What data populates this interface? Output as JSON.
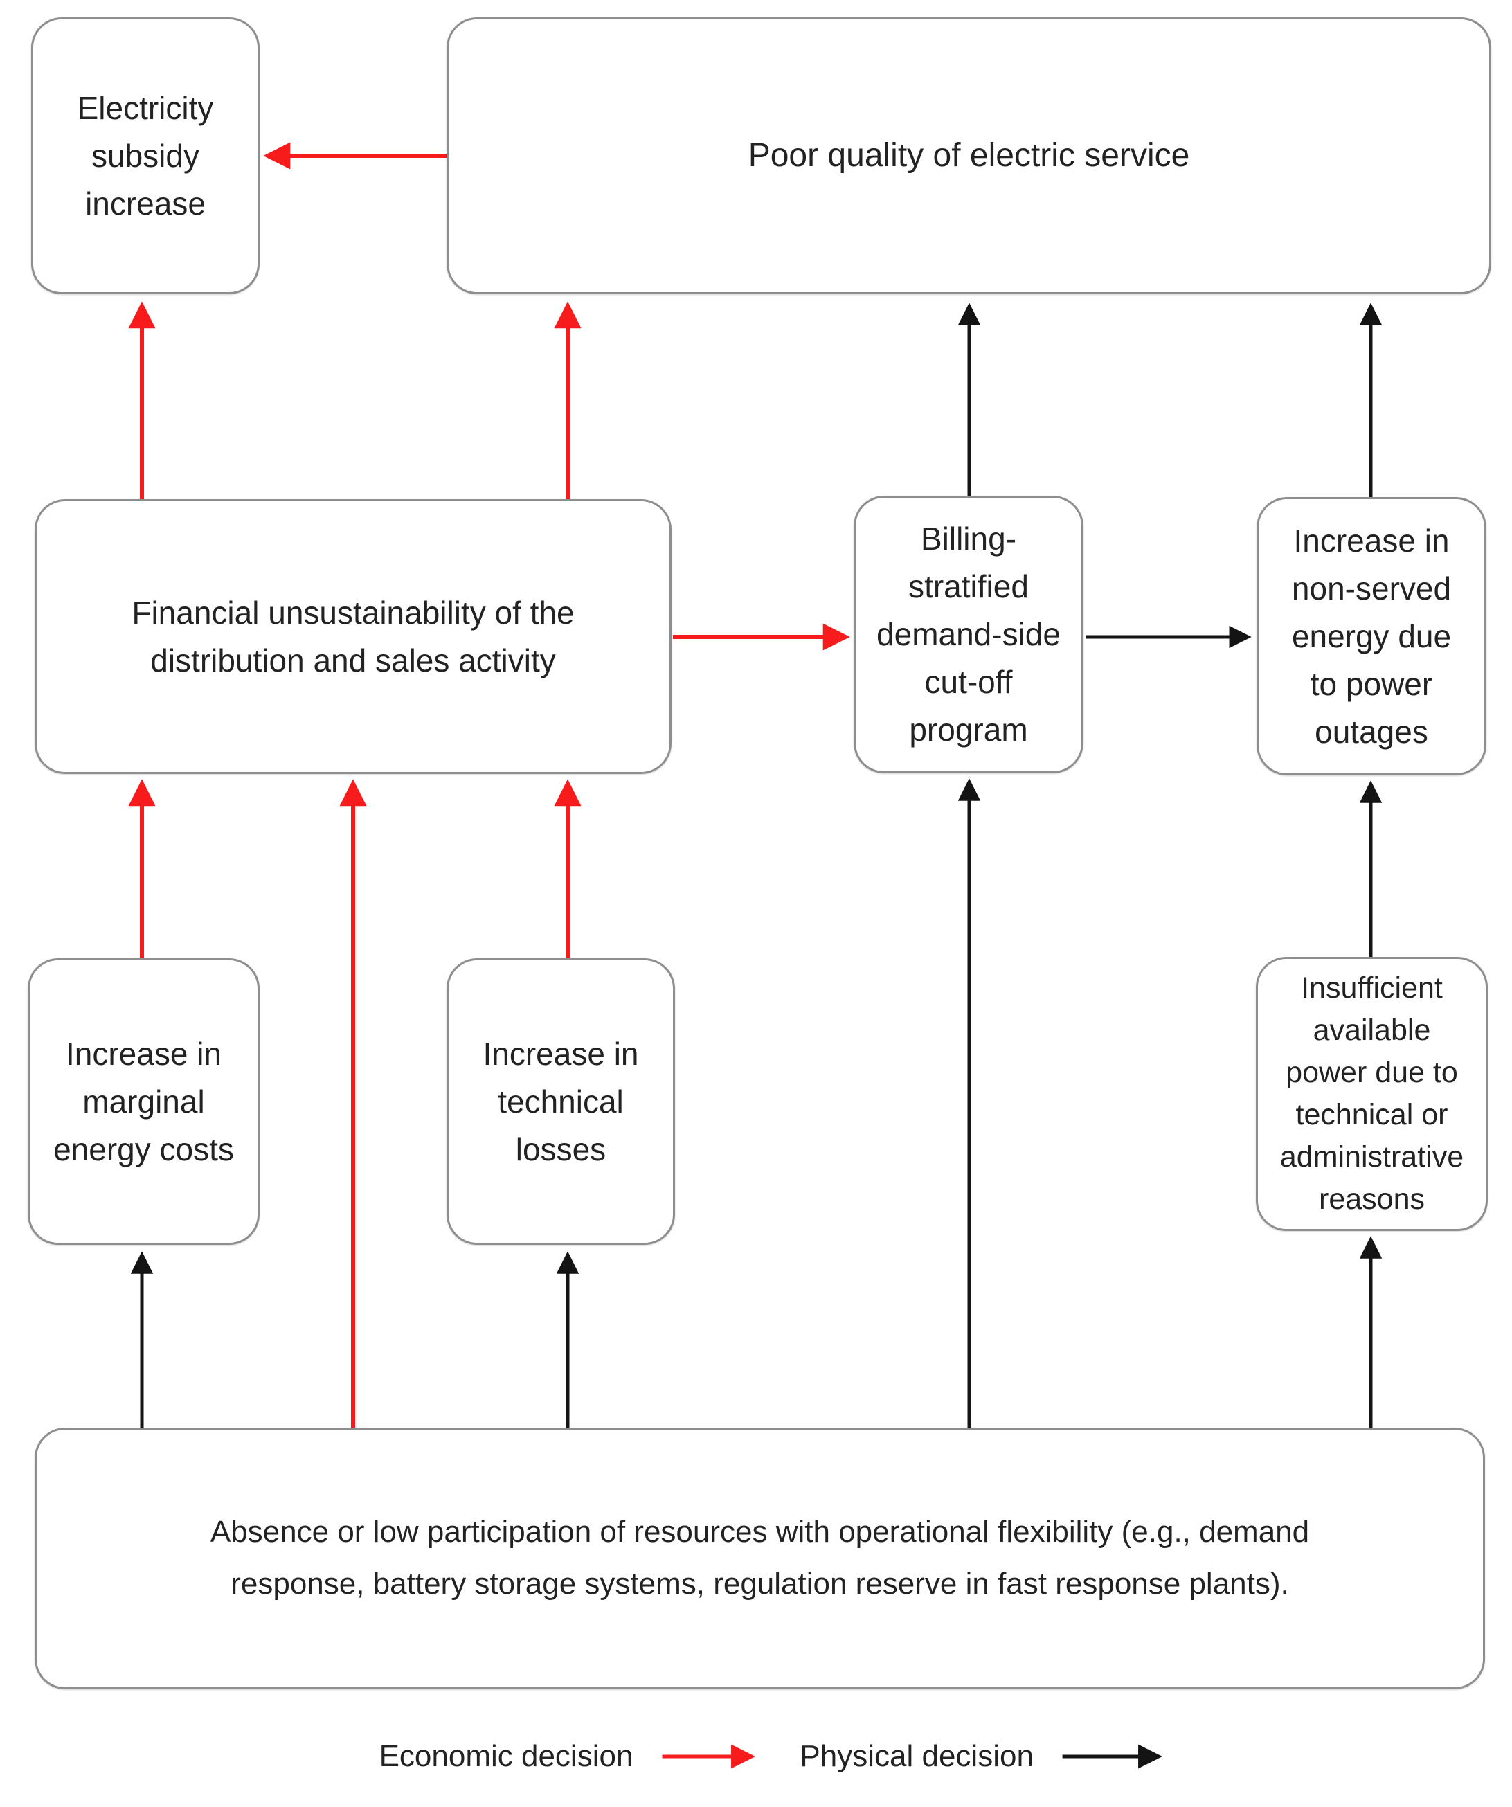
{
  "diagram": {
    "nodes": {
      "electricity_subsidy": {
        "label": "Electricity\nsubsidy\nincrease"
      },
      "poor_quality": {
        "label": "Poor quality of electric service"
      },
      "financial": {
        "label": "Financial unsustainability of the\ndistribution and sales activity"
      },
      "billing": {
        "label": "Billing-\nstratified\ndemand-side\ncut-off\nprogram"
      },
      "non_served": {
        "label": "Increase in\nnon-served\nenergy due\nto power\noutages"
      },
      "marginal_costs": {
        "label": "Increase in\nmarginal\nenergy costs"
      },
      "technical_losses": {
        "label": "Increase in\ntechnical\nlosses"
      },
      "insufficient_power": {
        "label": "Insufficient\navailable\npower due to\ntechnical or\nadministrative\nreasons"
      },
      "low_flexibility": {
        "label": "Absence or low participation of resources with operational flexibility (e.g., demand\nresponse, battery storage systems, regulation reserve in fast response plants)."
      }
    },
    "edges": [
      {
        "from": "poor_quality",
        "to": "electricity_subsidy",
        "type": "economic"
      },
      {
        "from": "financial",
        "to": "electricity_subsidy",
        "type": "economic"
      },
      {
        "from": "financial",
        "to": "poor_quality",
        "type": "economic"
      },
      {
        "from": "billing",
        "to": "poor_quality",
        "type": "physical"
      },
      {
        "from": "non_served",
        "to": "poor_quality",
        "type": "physical"
      },
      {
        "from": "financial",
        "to": "billing",
        "type": "economic"
      },
      {
        "from": "billing",
        "to": "non_served",
        "type": "physical"
      },
      {
        "from": "marginal_costs",
        "to": "financial",
        "type": "economic"
      },
      {
        "from": "technical_losses",
        "to": "financial",
        "type": "economic"
      },
      {
        "from": "low_flexibility",
        "to": "financial",
        "type": "economic"
      },
      {
        "from": "low_flexibility",
        "to": "marginal_costs",
        "type": "physical"
      },
      {
        "from": "low_flexibility",
        "to": "technical_losses",
        "type": "physical"
      },
      {
        "from": "low_flexibility",
        "to": "billing",
        "type": "physical"
      },
      {
        "from": "insufficient_power",
        "to": "non_served",
        "type": "physical"
      },
      {
        "from": "low_flexibility",
        "to": "insufficient_power",
        "type": "physical"
      }
    ],
    "legend": {
      "economic_label": "Economic decision",
      "physical_label": "Physical decision",
      "economic_color": "#f71b1b",
      "physical_color": "#141414"
    }
  }
}
